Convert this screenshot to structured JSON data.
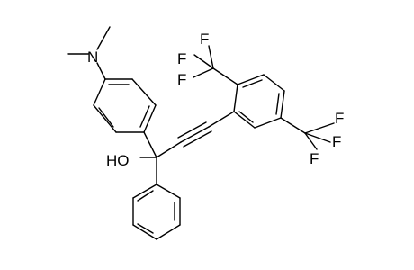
{
  "structure": {
    "atom_labels": {
      "amine_n": "N",
      "hydroxyl": "HO",
      "fluorine": "F"
    }
  }
}
